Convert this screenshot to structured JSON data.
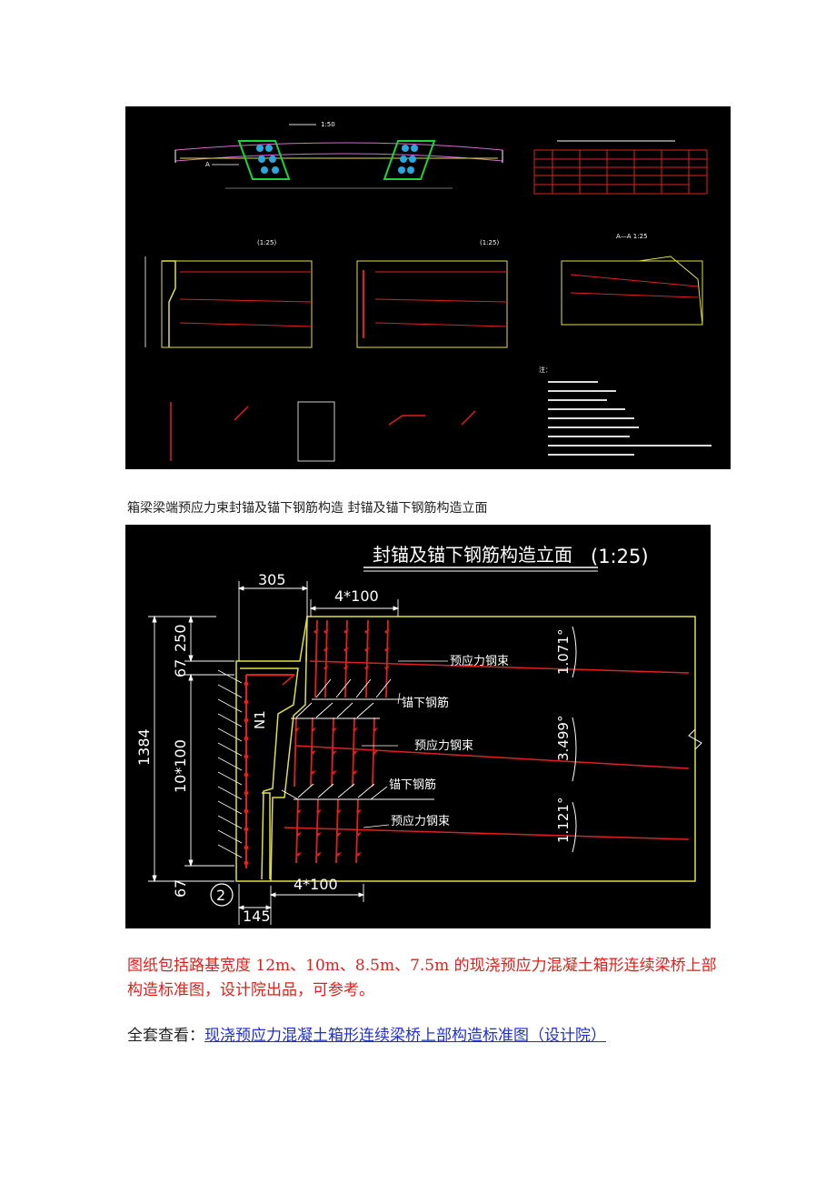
{
  "drawing1": {
    "plan_scale": "1:50",
    "section_label": "A—A 1:25",
    "detail_scale_a": "(1:25)",
    "detail_scale_b": "(1:25)",
    "label_a": "A",
    "notes_heading": "注："
  },
  "caption": "箱梁梁端预应力束封锚及锚下钢筋构造 封锚及锚下钢筋构造立面",
  "drawing2": {
    "title": "封锚及锚下钢筋构造立面",
    "scale": "(1:25)",
    "dim_305": "305",
    "dim_4x100_top": "4*100",
    "dim_4x100_bottom": "4*100",
    "dim_145": "145",
    "dim_250": "250",
    "dim_67_top": "67",
    "dim_1384": "1384",
    "dim_10x100": "10*100",
    "dim_67_bottom": "67",
    "label_n1": "N1",
    "label_tendon_1": "预应力钢束",
    "label_tendon_2": "预应力钢束",
    "label_tendon_3": "预应力钢束",
    "label_anchor_1": "锚下钢筋",
    "label_anchor_2": "锚下钢筋",
    "angle_1": "1.071°",
    "angle_2": "3.499°",
    "angle_3": "1.121°",
    "circle_label": "2"
  },
  "description": "图纸包括路基宽度 12m、10m、8.5m、7.5m 的现浇预应力混凝土箱形连续梁桥上部构造标准图，设计院出品，可参考。",
  "more": {
    "prefix": "全套查看：",
    "link_text": "现浇预应力混凝土箱形连续梁桥上部构造标准图（设计院）"
  }
}
